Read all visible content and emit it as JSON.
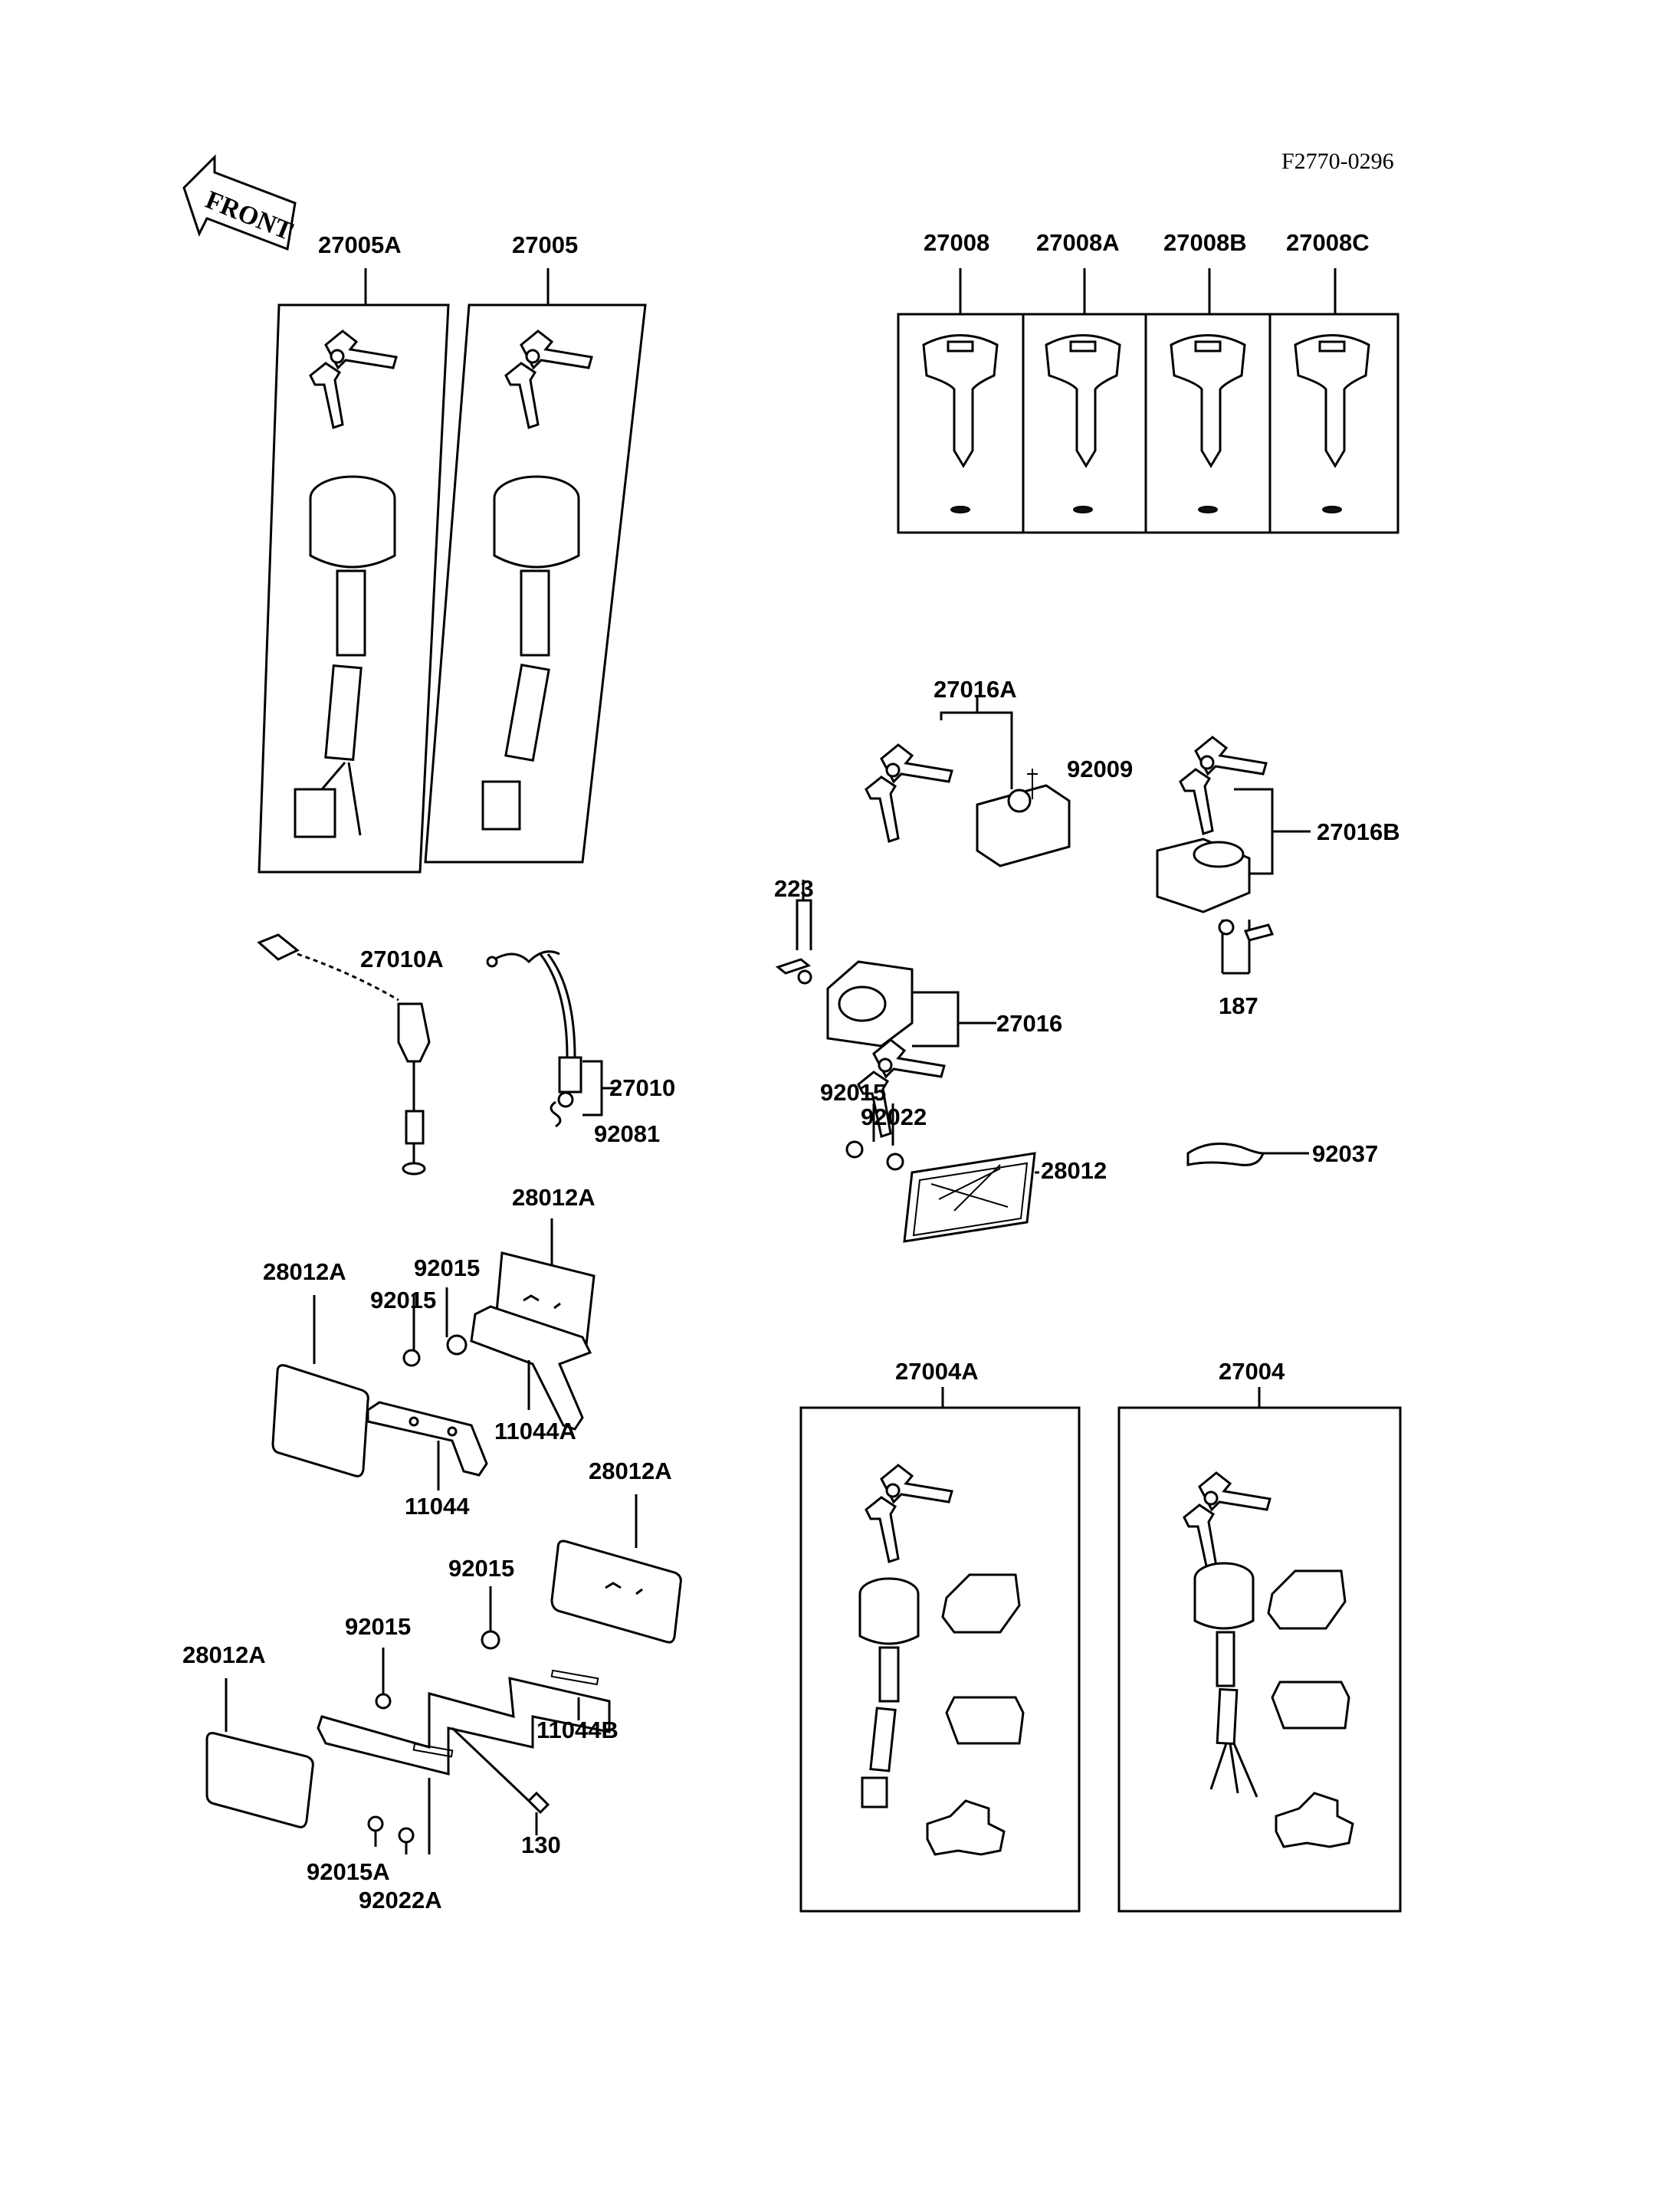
{
  "diagram_code": "F2770-0296",
  "front_label": "FRONT",
  "callouts": {
    "c27005A": "27005A",
    "c27005": "27005",
    "c27008": "27008",
    "c27008A": "27008A",
    "c27008B": "27008B",
    "c27008C": "27008C",
    "c27016A": "27016A",
    "c92009": "92009",
    "c27016B": "27016B",
    "c223": "223",
    "c27016": "27016",
    "c187": "187",
    "c92015_mid": "92015",
    "c92022_mid": "92022",
    "c28012": "28012",
    "c92037": "92037",
    "c27010A": "27010A",
    "c27010": "27010",
    "c92081": "92081",
    "c28012A_1": "28012A",
    "c28012A_2": "28012A",
    "c92015_1": "92015",
    "c92015_2": "92015",
    "c11044A": "11044A",
    "c11044": "11044",
    "c28012A_3": "28012A",
    "c92015_3": "92015",
    "c92015_4": "92015",
    "c28012A_4": "28012A",
    "c11044B": "11044B",
    "c130": "130",
    "c92015A": "92015A",
    "c92022A": "92022A",
    "c27004A": "27004A",
    "c27004": "27004"
  }
}
